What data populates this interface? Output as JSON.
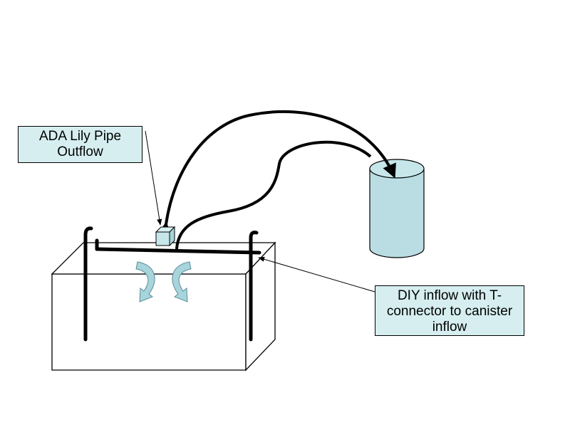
{
  "callouts": {
    "outflow": {
      "lines": [
        "ADA Lily Pipe",
        "Outflow"
      ]
    },
    "inflow": {
      "lines": [
        "DIY inflow with T-",
        "connector to canister",
        "inflow"
      ]
    }
  },
  "colors": {
    "callout_fill": "#d6eef0",
    "canister_fill": "#b9dde2",
    "arrow_fill": "#a8d4dc",
    "pipe": "#000000",
    "tank_fill": "#ffffff"
  }
}
